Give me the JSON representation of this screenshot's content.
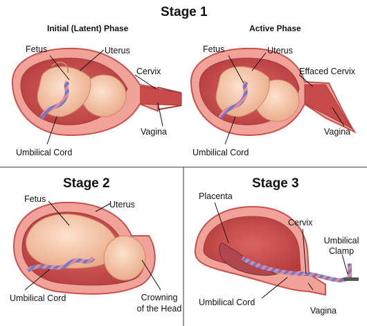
{
  "stage1": {
    "title": "Stage 1",
    "latent": {
      "phase": "Initial (Latent) Phase",
      "fetus": "Fetus",
      "uterus": "Uterus",
      "cervix": "Cervix",
      "vagina": "Vagina",
      "cord": "Umbilical Cord"
    },
    "active": {
      "phase": "Active Phase",
      "fetus": "Fetus",
      "uterus": "Uterus",
      "cervix": "Effaced Cervix",
      "vagina": "Vagina",
      "cord": "Umbilical Cord"
    }
  },
  "stage2": {
    "title": "Stage 2",
    "fetus": "Fetus",
    "uterus": "Uterus",
    "cord": "Umbilical Cord",
    "crowning_1": "Crowning",
    "crowning_2": "of the Head"
  },
  "stage3": {
    "title": "Stage 3",
    "placenta": "Placenta",
    "cervix": "Cervix",
    "clamp_1": "Umbilical",
    "clamp_2": "Clamp",
    "cord": "Umbilical Cord",
    "vagina": "Vagina"
  },
  "colors": {
    "uterus_wall": "#e9867c",
    "uterus_inner": "#d35f5f",
    "uterus_cavity": "#c94a4a",
    "skin": "#f7c9a8",
    "cord_blue": "#6a7bc9",
    "cord_pink": "#e4899a"
  }
}
